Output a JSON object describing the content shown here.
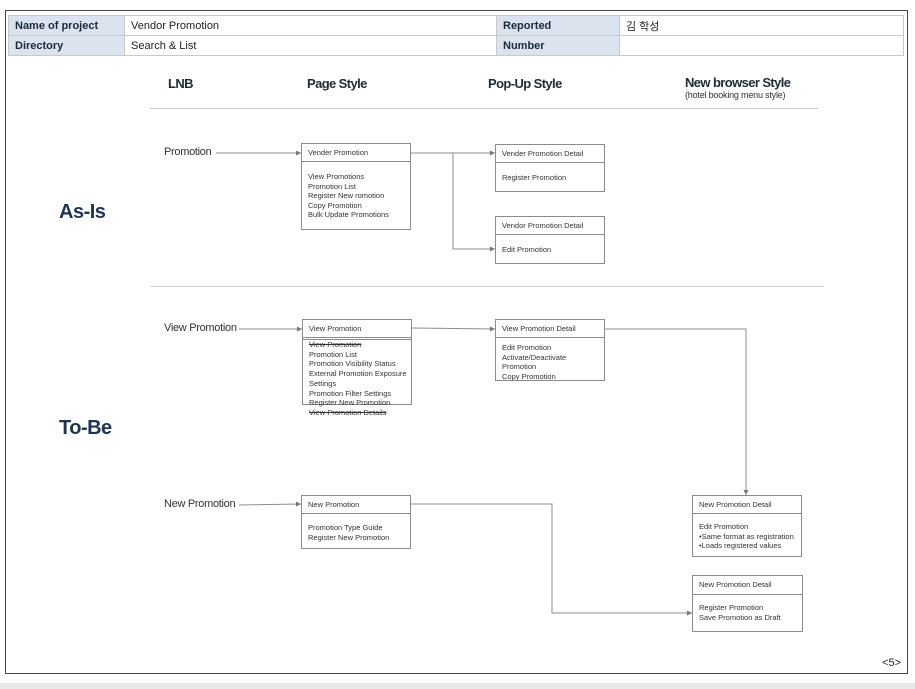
{
  "header": {
    "name_label": "Name of project",
    "name_value": "Vendor Promotion",
    "reported_label": "Reported",
    "reported_value": "김 학성",
    "directory_label": "Directory",
    "directory_value": "Search & List",
    "number_label": "Number",
    "number_value": ""
  },
  "columns": {
    "lnb": "LNB",
    "page": "Page Style",
    "popup": "Pop-Up Style",
    "browser": "New browser Style",
    "browser_sub": "(hotel booking menu style)"
  },
  "sections": {
    "asis": "As-Is",
    "tobe": "To-Be"
  },
  "lnb": {
    "promotion": "Promotion",
    "view_promotion": "View Promotion",
    "new_promotion": "New Promotion"
  },
  "boxes": {
    "asis_page": {
      "title": "Vender Promotion",
      "items": [
        "View Promotions",
        "Promotion List",
        "Register New romotion",
        "Copy Promotion",
        "Bulk Update Promotions"
      ]
    },
    "asis_popup1": {
      "title": "Vender Promotion Detail",
      "items": [
        "Register Promotion"
      ]
    },
    "asis_popup2": {
      "title": "Vendor Promotion Detail",
      "items": [
        "Edit Promotion"
      ]
    },
    "tobe_view_page": {
      "title": "View Promotion",
      "items": [
        "View Promotion",
        "Promotion List",
        "Promotion Visibility Status",
        "External Promotion Exposure",
        "Settings",
        "Promotion Filter Settings",
        "Register New Promotion",
        "View Promotion Details"
      ]
    },
    "tobe_view_popup": {
      "title": "View Promotion Detail",
      "items": [
        "Edit Promotion",
        "Activate/Deactivate",
        "Promotion",
        "Copy Promotion"
      ]
    },
    "tobe_new_page": {
      "title": "New Promotion",
      "items": [
        "Promotion Type Guide",
        "Register New Promotion"
      ]
    },
    "tobe_browser1": {
      "title": "New Promotion Detail",
      "items": [
        "Edit Promotion",
        "•Same format as registration",
        "•Loads registered values"
      ]
    },
    "tobe_browser2": {
      "title": "New Promotion Detail",
      "items": [
        "Register Promotion",
        "Save Promotion as Draft"
      ]
    }
  },
  "page_number": "<5>"
}
